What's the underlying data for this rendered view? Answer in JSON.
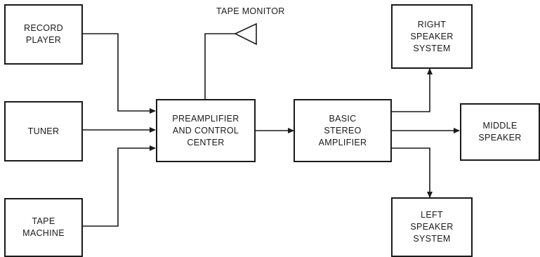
{
  "blocks": {
    "record_player": "RECORD\nPLAYER",
    "tuner": "TUNER",
    "tape_machine": "TAPE\nMACHINE",
    "preamplifier": "PREAMPLIFIER\nAND CONTROL\nCENTER",
    "basic_amplifier": "BASIC\nSTEREO\nAMPLIFIER",
    "right_speaker": "RIGHT\nSPEAKER\nSYSTEM",
    "middle_speaker": "MIDDLE\nSPEAKER",
    "left_speaker": "LEFT\nSPEAKER\nSYSTEM"
  },
  "labels": {
    "tape_monitor": "TAPE MONITOR"
  }
}
